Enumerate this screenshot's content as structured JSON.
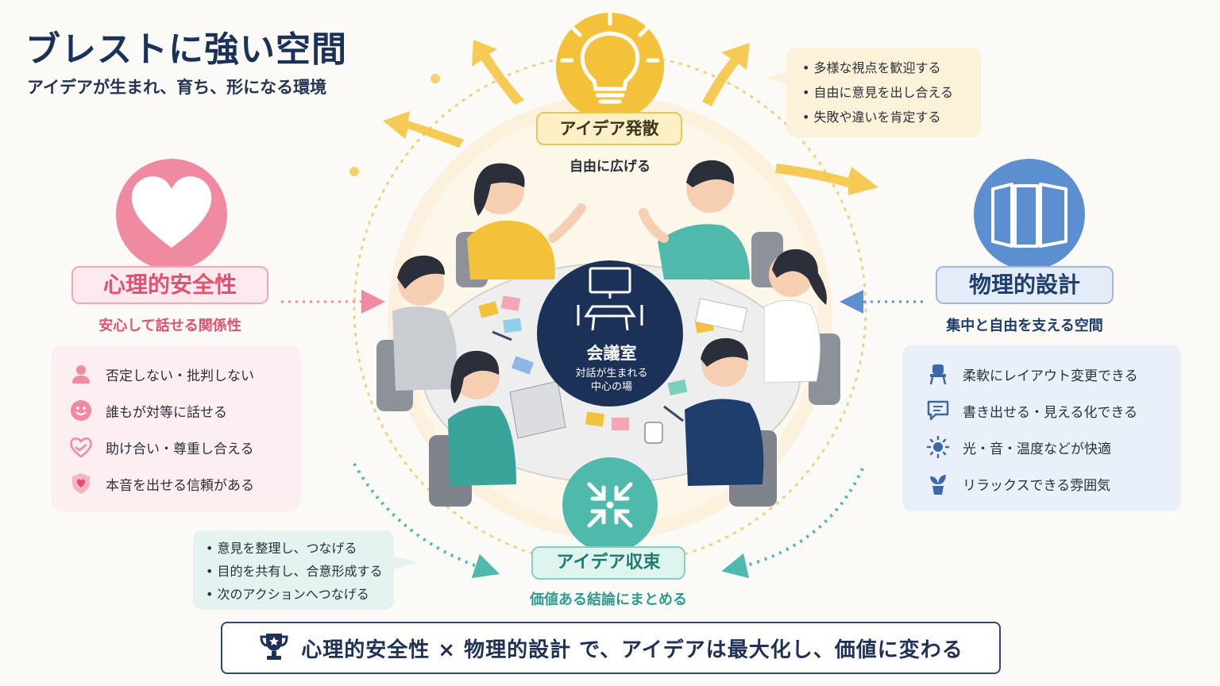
{
  "header": {
    "title": "ブレストに強い空間",
    "subtitle": "アイデアが生まれ、育ち、形になる環境"
  },
  "center": {
    "label": "会議室",
    "caption_line1": "対話が生まれる",
    "caption_line2": "中心の場"
  },
  "divergence": {
    "label": "アイデア発散",
    "caption": "自由に広げる",
    "bullets": [
      "• 多様な視点を歓迎する",
      "• 自由に意見を出し合える",
      "• 失敗や違いを肯定する"
    ]
  },
  "convergence": {
    "label": "アイデア収束",
    "caption": "価値ある結論にまとめる",
    "bullets": [
      "• 意見を整理し、つなげる",
      "• 目的を共有し、合意形成する",
      "• 次のアクションへつなげる"
    ]
  },
  "psychological": {
    "label": "心理的安全性",
    "caption": "安心して話せる関係性",
    "items": [
      "否定しない・批判しない",
      "誰もが対等に話せる",
      "助け合い・尊重し合える",
      "本音を出せる信頼がある"
    ]
  },
  "physical": {
    "label": "物理的設計",
    "caption": "集中と自由を支える空間",
    "items": [
      "柔軟にレイアウト変更できる",
      "書き出せる・見える化できる",
      "光・音・温度などが快適",
      "リラックスできる雰囲気"
    ]
  },
  "banner": {
    "text": "心理的安全性 × 物理的設計 で、アイデアは最大化し、価値に変わる"
  },
  "colors": {
    "navy": "#1c3157",
    "pink": "#f08aa0",
    "blue": "#5b8fd0",
    "yellow": "#f3c23a",
    "teal": "#4fb9ac"
  },
  "icons": [
    "heart-icon",
    "panels-icon",
    "lightbulb-icon",
    "converge-arrows-icon",
    "trophy-icon",
    "person-icon",
    "smile-icon",
    "handshake-heart-icon",
    "shield-heart-icon",
    "chair-icon",
    "speech-bubble-icon",
    "sun-icon",
    "plant-icon",
    "monitor-table-icon"
  ]
}
